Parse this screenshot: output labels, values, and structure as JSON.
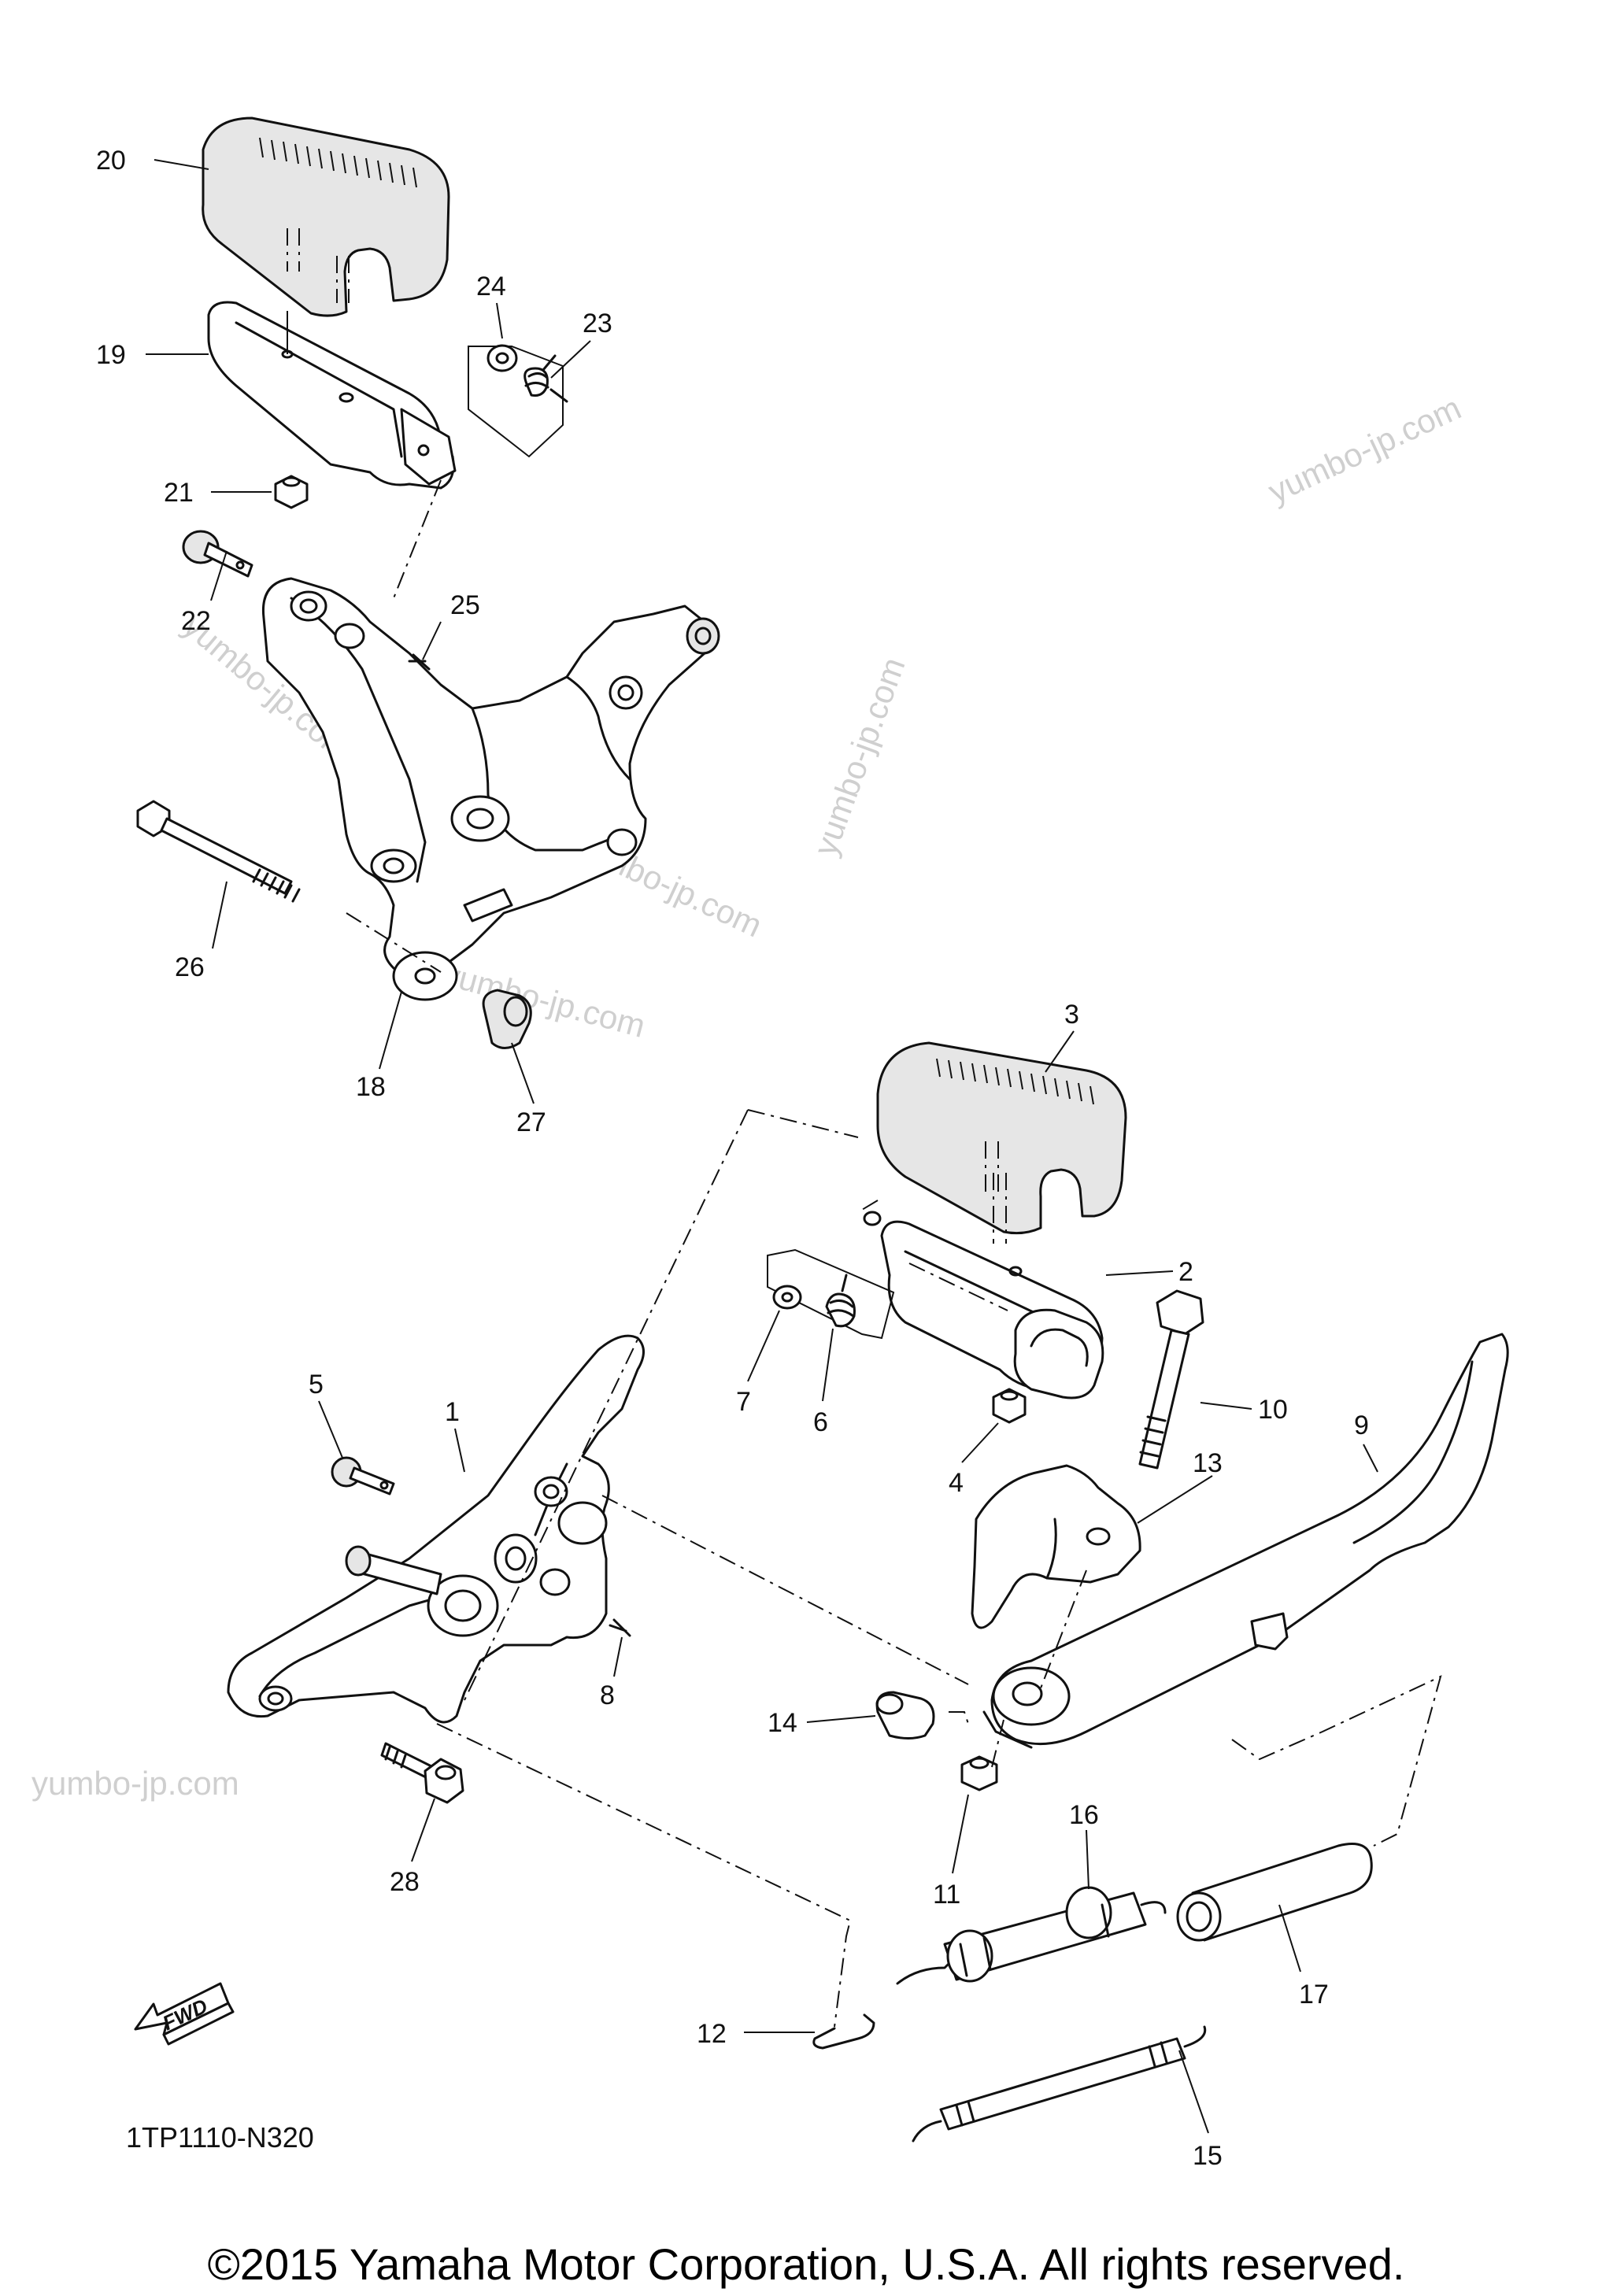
{
  "diagram_code": "1TP1110-N320",
  "fwd_label": "FWD",
  "copyright": "©2015 Yamaha Motor Corporation, U.S.A. All rights reserved.",
  "watermark_text": "yumbo-jp.com",
  "part_numbers": [
    "1",
    "2",
    "3",
    "4",
    "5",
    "6",
    "7",
    "8",
    "9",
    "10",
    "11",
    "12",
    "13",
    "14",
    "15",
    "16",
    "17",
    "18",
    "19",
    "20",
    "21",
    "22",
    "23",
    "24",
    "25",
    "26",
    "27",
    "28"
  ],
  "colors": {
    "line": "#111111",
    "watermark": "#cfcfcf",
    "background": "#ffffff"
  }
}
